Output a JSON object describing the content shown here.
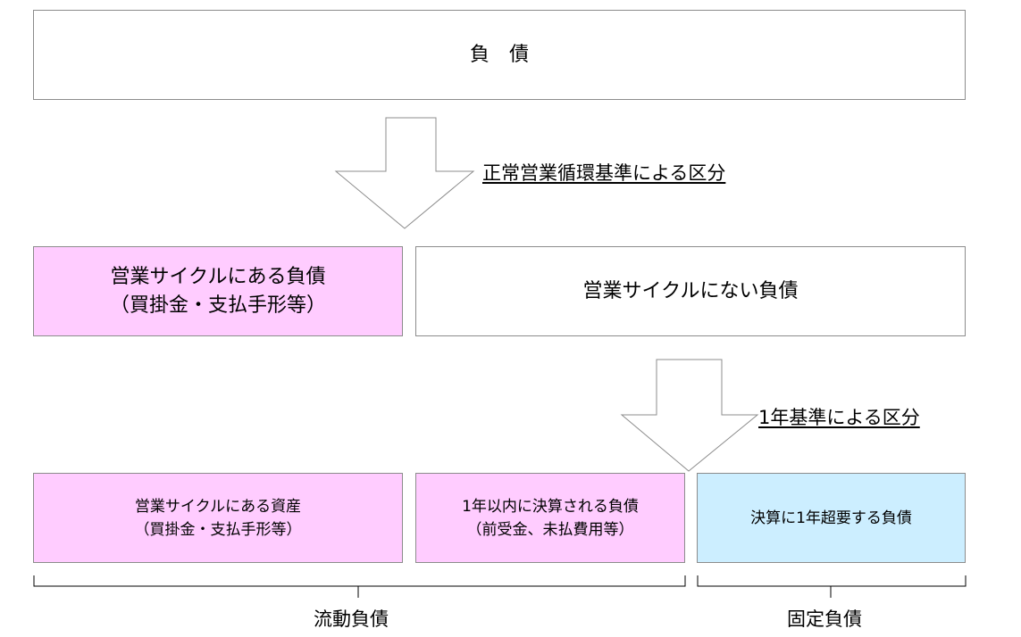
{
  "top": {
    "title": "負　債"
  },
  "criteria": {
    "first": "正常営業循環基準による区分",
    "second": "1年基準による区分"
  },
  "middle": {
    "operating": {
      "line1": "営業サイクルにある負債",
      "line2": "（買掛金・支払手形等）"
    },
    "non_operating": {
      "line1": "営業サイクルにない負債"
    }
  },
  "bottom": {
    "operating_assets": {
      "line1": "営業サイクルにある資産",
      "line2": "（買掛金・支払手形等）"
    },
    "within_one_year": {
      "line1": "1年以内に決算される負債",
      "line2": "（前受金、未払費用等）"
    },
    "over_one_year": {
      "line1": "決算に1年超要する負債"
    }
  },
  "groups": {
    "current": "流動負債",
    "fixed": "固定負債"
  },
  "colors": {
    "pink": "#ffccff",
    "blue": "#cceeff",
    "border": "#8c8c8c"
  }
}
